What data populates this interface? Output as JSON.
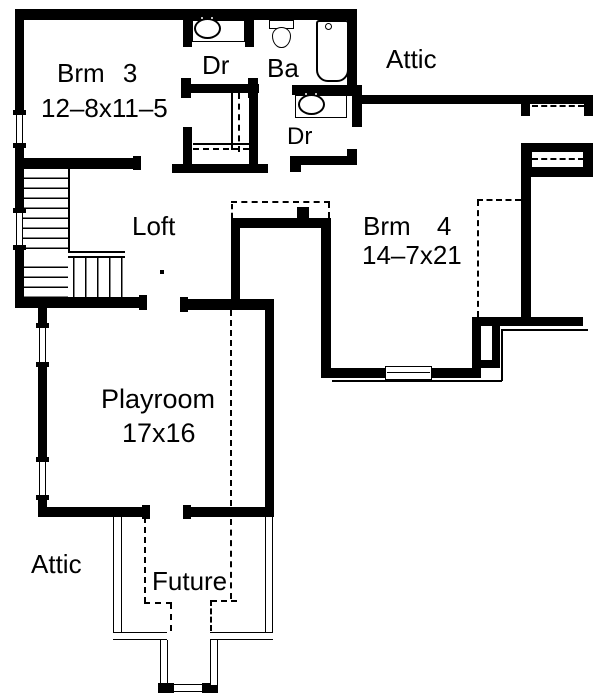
{
  "colors": {
    "wall": "#000000",
    "background": "#ffffff",
    "line": "#000000"
  },
  "rooms": [
    {
      "name": "Brm 3",
      "dims": "12–8x11–5"
    },
    {
      "name": "Dr"
    },
    {
      "name": "Ba"
    },
    {
      "name": "Attic"
    },
    {
      "name": "Dr"
    },
    {
      "name": "Loft"
    },
    {
      "name": "Brm 4",
      "dims": "14–7x21"
    },
    {
      "name": "Playroom",
      "dims": "17x16"
    },
    {
      "name": "Attic"
    },
    {
      "name": "Future"
    }
  ],
  "fixtures": [
    "sink",
    "toilet",
    "bathtub",
    "sink"
  ]
}
